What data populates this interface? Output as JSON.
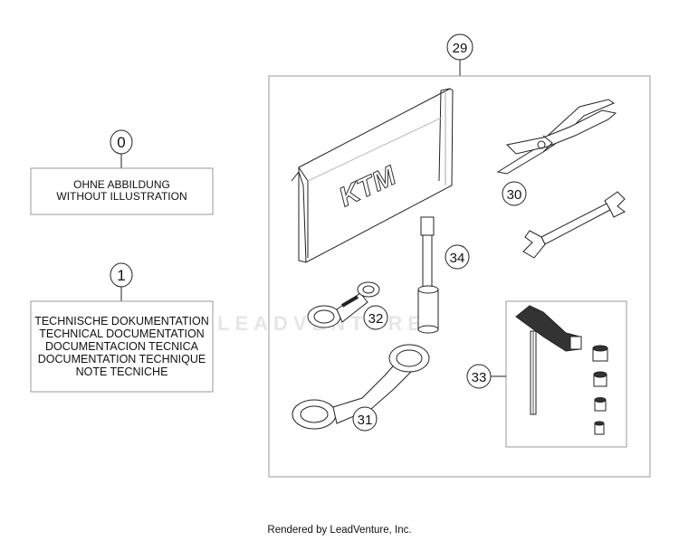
{
  "callouts": {
    "c0": "0",
    "c1": "1",
    "c29": "29",
    "c30": "30",
    "c31": "31",
    "c32": "32",
    "c33": "33",
    "c34": "34"
  },
  "box0": {
    "lines": [
      "OHNE ABBILDUNG",
      "WITHOUT ILLUSTRATION"
    ]
  },
  "box1": {
    "lines": [
      "TECHNISCHE DOKUMENTATION",
      "TECHNICAL DOCUMENTATION",
      "DOCUMENTACION TECNICA",
      "DOCUMENTATION TECHNIQUE",
      "NOTE TECNICHE"
    ]
  },
  "pouch_logo": "KTM",
  "watermark": "LEADVENTURE",
  "footer": "Rendered by LeadVenture, Inc."
}
